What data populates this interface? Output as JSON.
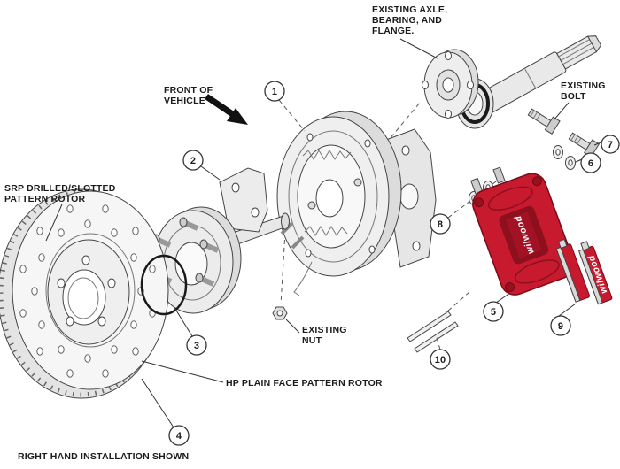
{
  "diagram": {
    "brand": "wilwood",
    "footer": "RIGHT HAND INSTALLATION SHOWN",
    "labels": {
      "existing_axle": [
        "EXISTING AXLE,",
        "BEARING, AND",
        "FLANGE."
      ],
      "front_of_vehicle": [
        "FRONT OF",
        "VEHICLE"
      ],
      "existing_bolt": [
        "EXISTING",
        "BOLT"
      ],
      "srp_rotor": [
        "SRP DRILLED/SLOTTED",
        "PATTERN ROTOR"
      ],
      "existing_nut": [
        "EXISTING",
        "NUT"
      ],
      "hp_rotor": "HP PLAIN FACE PATTERN ROTOR"
    },
    "callouts": [
      "1",
      "2",
      "3",
      "4",
      "5",
      "6",
      "7",
      "8",
      "9",
      "10"
    ],
    "colors": {
      "caliper_red": "#c81a2e",
      "caliper_dark": "#7a0a18",
      "caliper_window": "#8e0f1e",
      "line": "#3a3a3a"
    }
  }
}
